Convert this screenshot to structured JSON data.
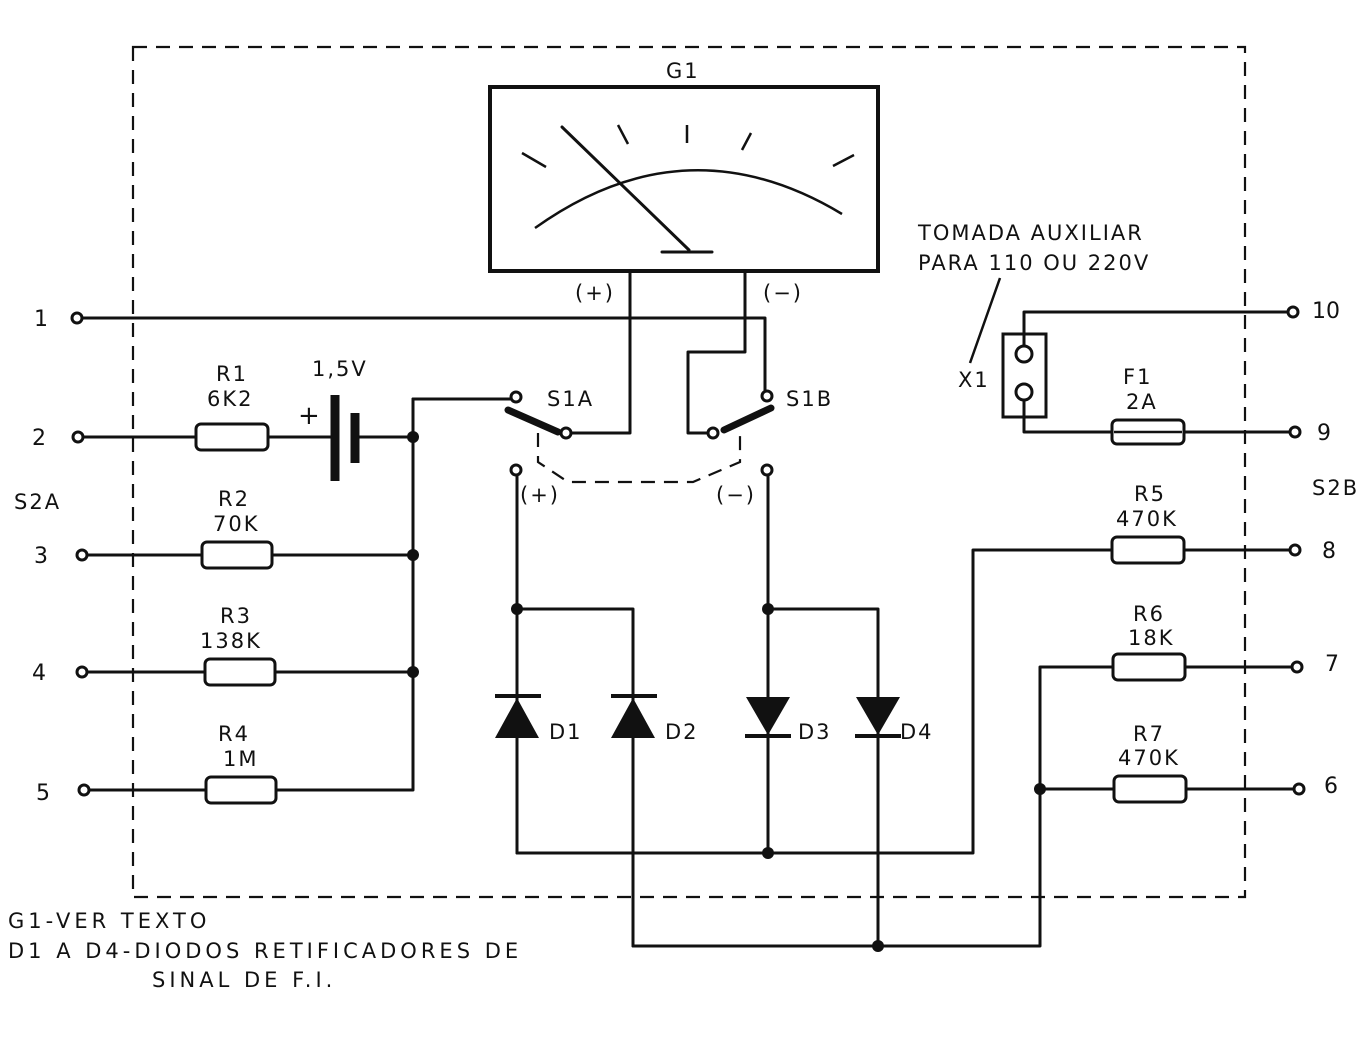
{
  "meter": {
    "label": "G1",
    "plus": "(+)",
    "minus": "(−)"
  },
  "switch1": {
    "label_a": "S1A",
    "label_b": "S1B",
    "plus": "(+)",
    "minus": "(−)"
  },
  "selector": {
    "left": "S2A",
    "right": "S2B"
  },
  "battery": {
    "value": "1,5V",
    "polarity": "+"
  },
  "resistors_left": [
    {
      "name": "R1",
      "value": "6K2",
      "pin": "2"
    },
    {
      "name": "R2",
      "value": "70K",
      "pin": "3"
    },
    {
      "name": "R3",
      "value": "138K",
      "pin": "4"
    },
    {
      "name": "R4",
      "value": "1M",
      "pin": "5"
    }
  ],
  "pins": {
    "p1": "1",
    "p10": "10",
    "p9": "9"
  },
  "resistors_right": [
    {
      "name": "R5",
      "value": "470K",
      "pin": "8"
    },
    {
      "name": "R6",
      "value": "18K",
      "pin": "7"
    },
    {
      "name": "R7",
      "value": "470K",
      "pin": "6"
    }
  ],
  "fuse": {
    "name": "F1",
    "value": "2A"
  },
  "socket": {
    "label": "X1",
    "note_line1": "TOMADA  AUXILIAR",
    "note_line2": "PARA  110  OU 220V"
  },
  "diodes": [
    "D1",
    "D2",
    "D3",
    "D4"
  ],
  "notes": {
    "line1": "G1-VER TEXTO",
    "line2": "D1 A D4-DIODOS  RETIFICADORES  DE",
    "line3": "SINAL  DE  F.I."
  }
}
